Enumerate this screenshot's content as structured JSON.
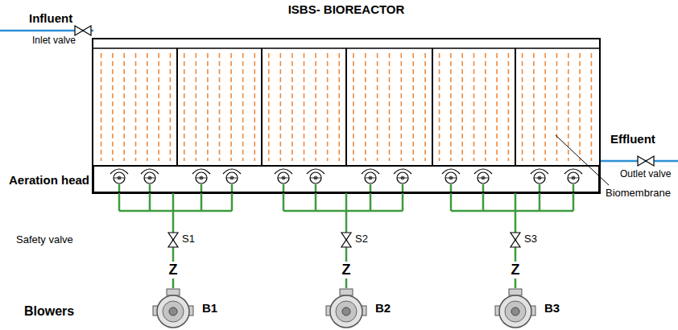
{
  "diagram": {
    "title": "ISBS- BIOREACTOR",
    "nodes": [
      {
        "text": [
          "Aeration head"
        ]
      },
      {
        "text": [
          "B1"
        ]
      },
      {
        "text": [
          "B2"
        ]
      },
      {
        "text": [
          "B3"
        ]
      }
    ],
    "edges": [
      {
        "from": 1,
        "to": 0,
        "arrow": "none"
      },
      {
        "from": 2,
        "to": 0,
        "arrow": "none"
      },
      {
        "from": 3,
        "to": 0,
        "arrow": "none"
      }
    ],
    "labels": [
      "Influent",
      "Inlet valve",
      "Effluent",
      "Outlet valve",
      "Biomembrane",
      "Safety valve",
      "S1",
      "Z",
      "S2",
      "Z",
      "S3",
      "Z",
      "Blowers"
    ]
  }
}
